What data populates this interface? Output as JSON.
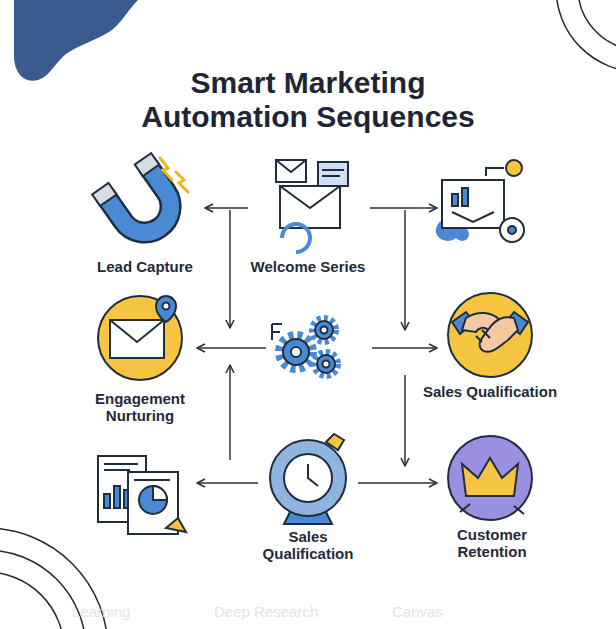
{
  "diagram": {
    "title": "Smart Marketing Automation Sequences",
    "nodes": [
      {
        "text": [
          "Lead Capture"
        ]
      },
      {
        "text": [
          "Welcome Series"
        ]
      },
      {
        "text": [
          "Engagement Nurturing"
        ]
      },
      {
        "text": [
          "Sales Qualification"
        ]
      },
      {
        "text": [
          "Sales Qualification"
        ]
      },
      {
        "text": [
          "Customer Retention"
        ]
      }
    ],
    "edges": [
      {
        "from": 1,
        "to": 0,
        "arrow": "to"
      },
      {
        "from": 4,
        "to": 5,
        "arrow": "to"
      }
    ],
    "labels": [
      "Learning",
      "Deep Research",
      "Canvas"
    ]
  }
}
